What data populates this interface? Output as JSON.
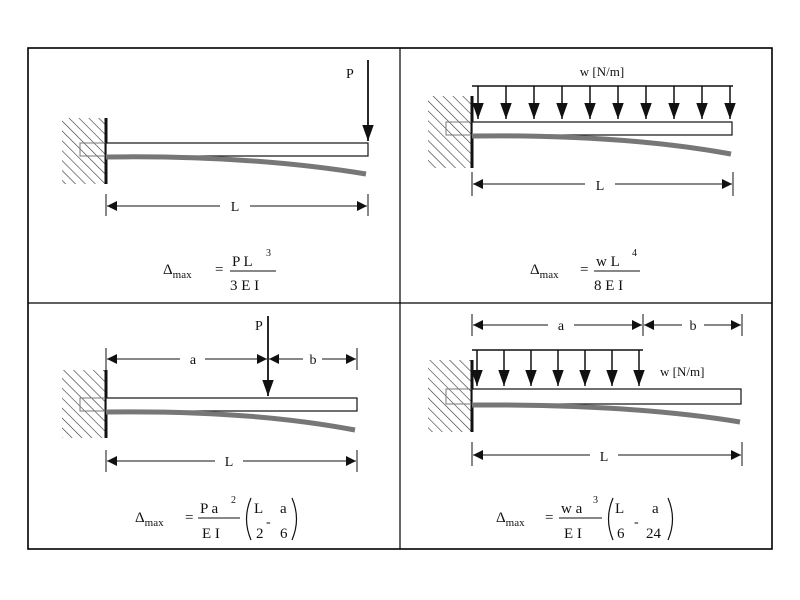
{
  "colors": {
    "ink": "#111111",
    "deflected": "#777777",
    "panel_border": "#000000"
  },
  "panels": [
    {
      "load_label": "P",
      "dimensions": [
        "L"
      ],
      "formula": {
        "lhs": "Δ",
        "sub": "max",
        "eq": "=",
        "num": "P L",
        "num_exp": "3",
        "den": "3 E I"
      }
    },
    {
      "load_label": "w [N/m]",
      "dimensions": [
        "L"
      ],
      "formula": {
        "lhs": "Δ",
        "sub": "max",
        "eq": "=",
        "num": "w L",
        "num_exp": "4",
        "den": "8 E I"
      }
    },
    {
      "load_label": "P",
      "dimensions": [
        "a",
        "b",
        "L"
      ],
      "formula": {
        "lhs": "Δ",
        "sub": "max",
        "eq": "=",
        "num": "P a",
        "num_exp": "2",
        "den": "E I",
        "paren_num_1": "L",
        "paren_den_1": "2",
        "op": "-",
        "paren_num_2": "a",
        "paren_den_2": "6"
      }
    },
    {
      "load_label": "w [N/m]",
      "dimensions": [
        "a",
        "b",
        "L"
      ],
      "formula": {
        "lhs": "Δ",
        "sub": "max",
        "eq": "=",
        "num": "w a",
        "num_exp": "3",
        "den": "E I",
        "paren_num_1": "L",
        "paren_den_1": "6",
        "op": "-",
        "paren_num_2": "a",
        "paren_den_2": "24"
      }
    }
  ]
}
